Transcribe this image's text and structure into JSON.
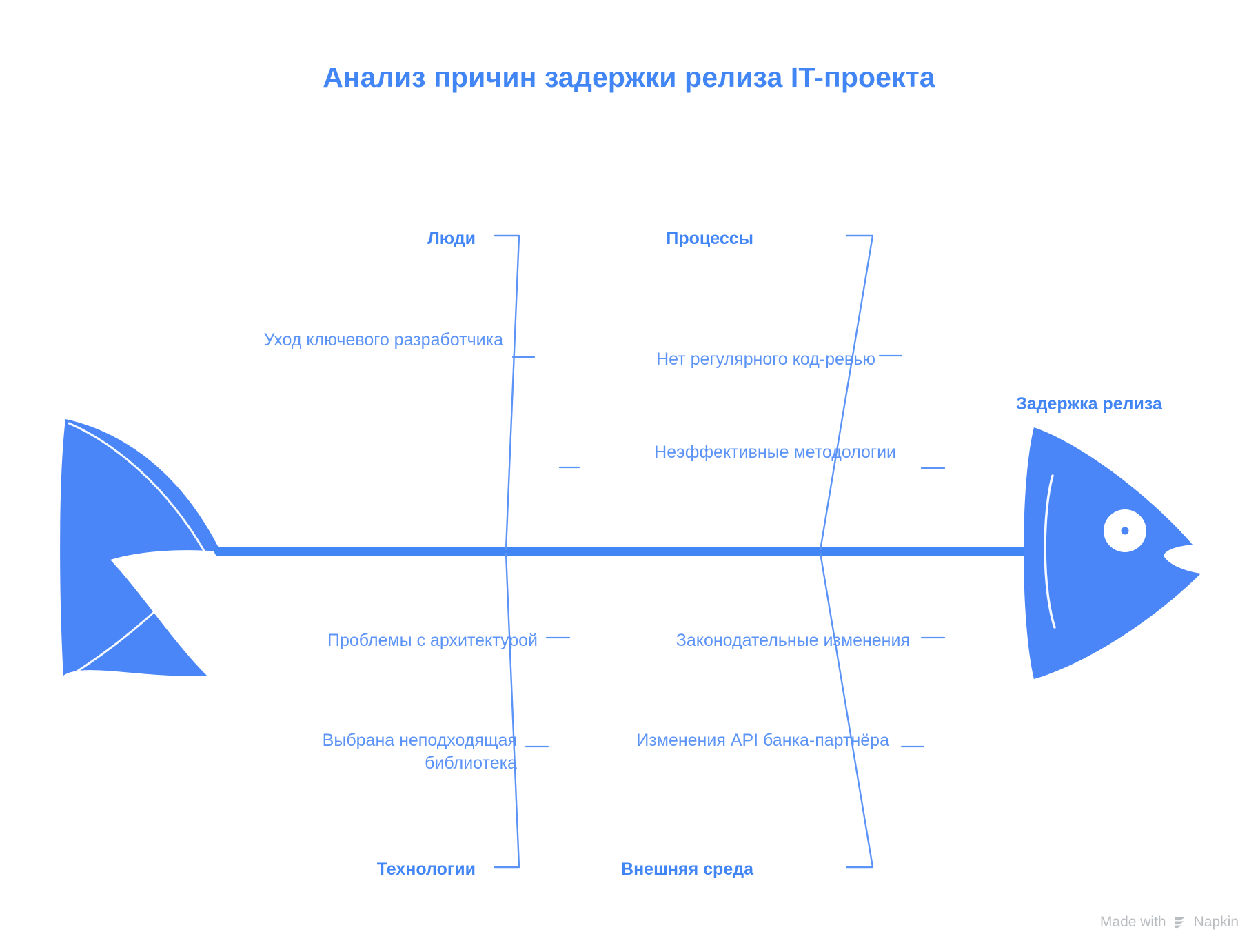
{
  "title": "Анализ причин задержки релиза IT-проекта",
  "effect": {
    "label": "Задержка релиза"
  },
  "colors": {
    "accent": "#4285f4",
    "cause_text": "#5b93f7",
    "bone": "#4285f4",
    "fish_fill": "#4a86f7",
    "background": "#ffffff",
    "watermark": "#b9bcc0"
  },
  "categories": [
    {
      "id": "people",
      "label": "Люди",
      "position": "top-left",
      "causes": [
        {
          "text": "Уход ключевого разработчика"
        }
      ]
    },
    {
      "id": "processes",
      "label": "Процессы",
      "position": "top-right",
      "causes": [
        {
          "text": "Нет регулярного код-ревью"
        },
        {
          "text": "Неэффективные методологии"
        }
      ]
    },
    {
      "id": "technology",
      "label": "Технологии",
      "position": "bottom-left",
      "causes": [
        {
          "text": "Проблемы с архитектурой"
        },
        {
          "text": "Выбрана неподходящая библиотека"
        }
      ]
    },
    {
      "id": "external",
      "label": "Внешняя среда",
      "position": "bottom-right",
      "causes": [
        {
          "text": "Законодательные изменения"
        },
        {
          "text": "Изменения API банка-партнёра"
        }
      ]
    }
  ],
  "watermark": {
    "text_before": "Made with",
    "brand": "Napkin",
    "logo": "napkin-logo-icon"
  },
  "chart_data": {
    "type": "diagram",
    "diagram_type": "fishbone",
    "title": "Анализ причин задержки релиза IT-проекта",
    "effect": "Задержка релиза",
    "bones": [
      {
        "category": "Люди",
        "side": "top",
        "causes": [
          "Уход ключевого разработчика"
        ]
      },
      {
        "category": "Процессы",
        "side": "top",
        "causes": [
          "Нет регулярного код-ревью",
          "Неэффективные методологии"
        ]
      },
      {
        "category": "Технологии",
        "side": "bottom",
        "causes": [
          "Проблемы с архитектурой",
          "Выбрана неподходящая библиотека"
        ]
      },
      {
        "category": "Внешняя среда",
        "side": "bottom",
        "causes": [
          "Законодательные изменения",
          "Изменения API банка-партнёра"
        ]
      }
    ]
  }
}
